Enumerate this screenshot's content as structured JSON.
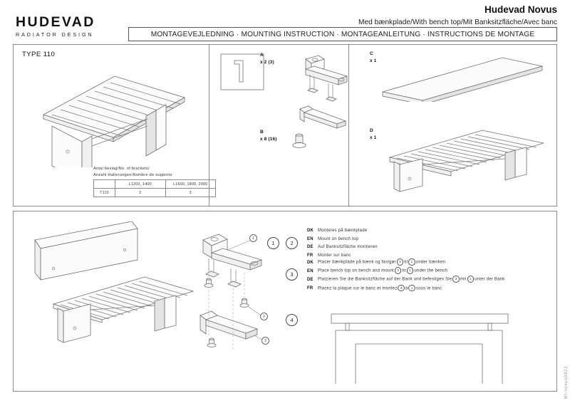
{
  "header": {
    "logo_main": "HUDEVAD",
    "logo_sub": "RADIATOR DESIGN",
    "title": "Hudevad Novus",
    "subtitle": "Med bænkplade/With bench top/Mit Banksitzfläche/Avec banc",
    "banner": "MONTAGEVEJLEDNING · MOUNTING INSTRUCTION · MONTAGEANLEITUNG · INSTRUCTIONS DE MONTAGE"
  },
  "top_panel": {
    "type_label": "TYPE 110",
    "table": {
      "caption_line1": "Antal beslag/No. of brackets/",
      "caption_line2": "Anzahl Halterungen/Nombre de supports",
      "headers": [
        "",
        "L1200, 1400",
        "L1600, 1800, 2000"
      ],
      "rows": [
        {
          "type": "T110",
          "values": [
            "2",
            "3"
          ]
        }
      ]
    },
    "parts": [
      {
        "id": "A",
        "qty": "x 2 (3)"
      },
      {
        "id": "B",
        "qty": "x 8 (16)"
      },
      {
        "id": "C",
        "qty": "x 1"
      },
      {
        "id": "D",
        "qty": "x 1"
      }
    ]
  },
  "bottom_panel": {
    "callouts": [
      "1",
      "2",
      "3"
    ],
    "steps": [
      {
        "numbers": [
          "1",
          "2"
        ],
        "lines": [
          {
            "lang": "DK",
            "text_before": "Monteres på bænkplade",
            "text_after": ""
          },
          {
            "lang": "EN",
            "text_before": "Mount on bench top",
            "text_after": ""
          },
          {
            "lang": "DE",
            "text_before": "Auf Banksitzfläche montieren",
            "text_after": ""
          },
          {
            "lang": "FR",
            "text_before": "Monter sur banc",
            "text_after": ""
          }
        ]
      },
      {
        "numbers": [
          "3"
        ],
        "lines": [
          {
            "lang": "DK",
            "text_before": "Placer bænkplade på bænk og fastgør",
            "num1": "3",
            "text_mid": "til",
            "num2": "1",
            "text_after": "under bænken"
          },
          {
            "lang": "EN",
            "text_before": "Place bench top on bench and mount",
            "num1": "3",
            "text_mid": "to",
            "num2": "1",
            "text_after": "under the bench"
          },
          {
            "lang": "DE",
            "text_before": "Platzieren Sie die Banksitzfläche auf der Bank und befestigen Sie",
            "num1": "3",
            "text_mid": "mit",
            "num2": "1",
            "text_after": "unter der Bank"
          },
          {
            "lang": "FR",
            "text_before": "Placez la plaque sur le banc et montez",
            "num1": "3",
            "text_mid": "à",
            "num2": "1",
            "text_after": "sous le banc"
          }
        ]
      },
      {
        "numbers": [
          "4"
        ],
        "lines": []
      }
    ]
  },
  "side_code": "MI-novus0822"
}
